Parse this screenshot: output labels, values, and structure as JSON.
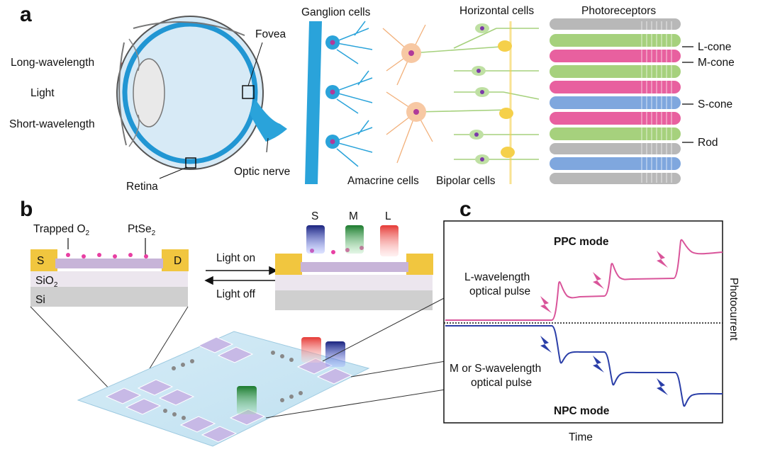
{
  "panels": {
    "a": "a",
    "b": "b",
    "c": "c"
  },
  "panel_a": {
    "long_wavelength": "Long-wavelength",
    "light": "Light",
    "short_wavelength": "Short-wavelength",
    "fovea": "Fovea",
    "retina": "Retina",
    "optic_nerve": "Optic nerve",
    "ganglion_cells": "Ganglion cells",
    "horizontal_cells": "Horizontal cells",
    "photoreceptors": "Photoreceptors",
    "amacrine_cells": "Amacrine cells",
    "bipolar_cells": "Bipolar cells",
    "l_cone": "L-cone",
    "m_cone": "M-cone",
    "s_cone": "S-cone",
    "rod": "Rod",
    "colors": {
      "l": "#e8609f",
      "m": "#a6d17d",
      "s": "#7fa7de",
      "rod": "#b8b8b8",
      "ganglion": "#2aa3da"
    }
  },
  "panel_b": {
    "trapped_o2": "Trapped O",
    "o2_sub": "2",
    "ptse2": "PtSe",
    "ptse2_sub": "2",
    "s": "S",
    "d": "D",
    "sio2": "SiO",
    "sio2_sub": "2",
    "si": "Si",
    "light_on": "Light on",
    "light_off": "Light off",
    "pillar_s": "S",
    "pillar_m": "M",
    "pillar_l": "L"
  },
  "panel_c": {
    "ppc_mode": "PPC mode",
    "npc_mode": "NPC mode",
    "l_pulse_1": "L-wavelength",
    "l_pulse_2": "optical pulse",
    "ms_pulse_1": "M or S-wavelength",
    "ms_pulse_2": "optical pulse",
    "ylabel": "Photocurrent",
    "xlabel": "Time",
    "colors": {
      "ppc": "#d9549a",
      "npc": "#2b3fa8"
    }
  }
}
